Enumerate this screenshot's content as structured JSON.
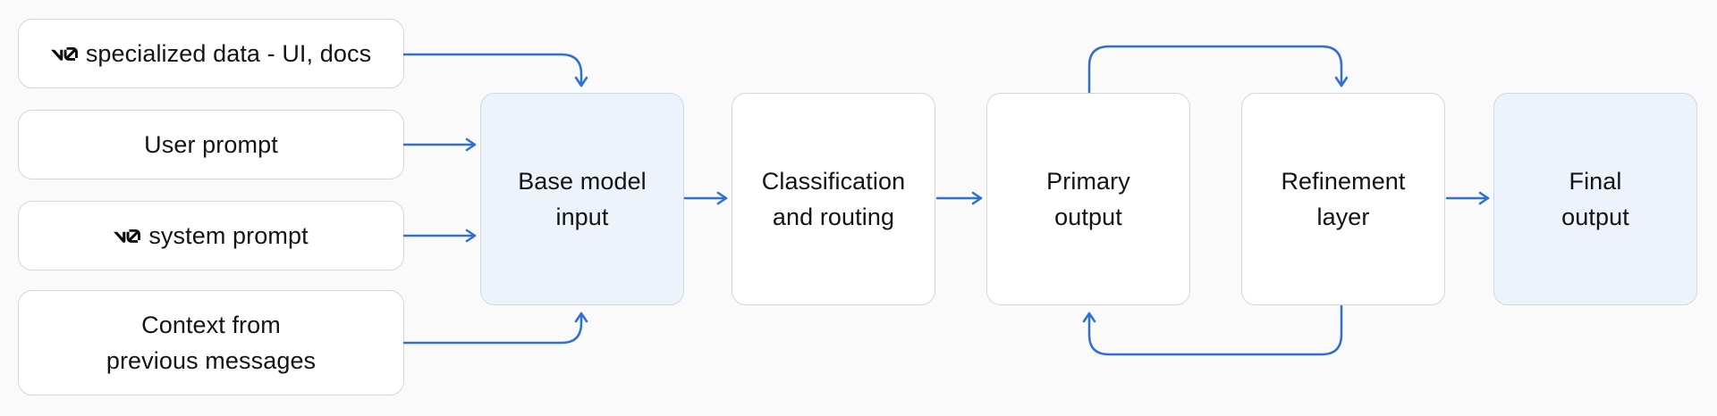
{
  "theme": {
    "background": "#fafafa",
    "arrow_color": "#2e6fd9",
    "box_border": "#d6d6d6",
    "box_fill": "#ffffff",
    "highlight_fill": "#edf3fb",
    "highlight_border": "#ccd9e8",
    "text_color": "#141414",
    "logo_color": "#0a0a0a"
  },
  "inputs": [
    {
      "id": "specialized-data",
      "icon": "v0-logo",
      "text": "specialized data - UI, docs"
    },
    {
      "id": "user-prompt",
      "icon": null,
      "text": "User prompt"
    },
    {
      "id": "system-prompt",
      "icon": "v0-logo",
      "text": "system prompt"
    },
    {
      "id": "context",
      "icon": null,
      "lines": [
        "Context from",
        "previous messages"
      ]
    }
  ],
  "stages": [
    {
      "id": "base-model-input",
      "highlighted": true,
      "lines": [
        "Base model",
        "input"
      ]
    },
    {
      "id": "classification-routing",
      "highlighted": false,
      "lines": [
        "Classification",
        "and routing"
      ]
    },
    {
      "id": "primary-output",
      "highlighted": false,
      "lines": [
        "Primary",
        "output"
      ]
    },
    {
      "id": "refinement-layer",
      "highlighted": false,
      "lines": [
        "Refinement",
        "layer"
      ]
    },
    {
      "id": "final-output",
      "highlighted": true,
      "lines": [
        "Final",
        "output"
      ]
    }
  ],
  "edges": [
    {
      "from": "specialized-data",
      "to": "base-model-input"
    },
    {
      "from": "user-prompt",
      "to": "base-model-input"
    },
    {
      "from": "system-prompt",
      "to": "base-model-input"
    },
    {
      "from": "context",
      "to": "base-model-input"
    },
    {
      "from": "base-model-input",
      "to": "classification-routing"
    },
    {
      "from": "classification-routing",
      "to": "primary-output"
    },
    {
      "from": "primary-output",
      "to": "refinement-layer"
    },
    {
      "from": "refinement-layer",
      "to": "primary-output"
    },
    {
      "from": "refinement-layer",
      "to": "final-output"
    }
  ]
}
